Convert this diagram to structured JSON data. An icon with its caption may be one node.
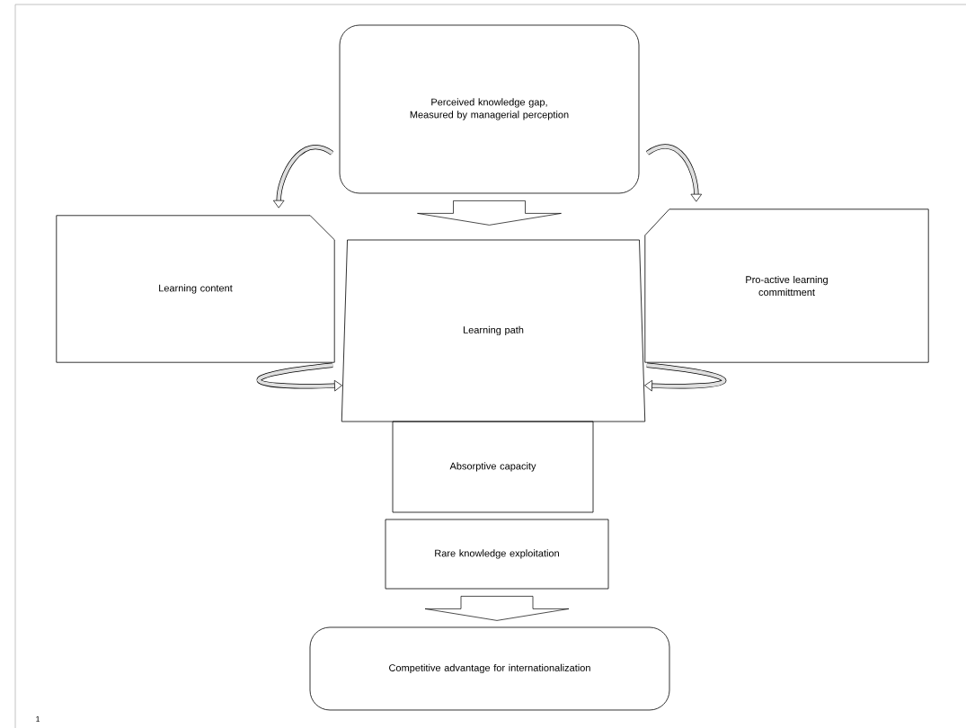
{
  "diagram": {
    "nodes": [
      {
        "text": [
          "Perceived knowledge gap, Measured by managerial perception"
        ]
      },
      {
        "text": [
          "Learning content"
        ]
      },
      {
        "text": [
          "Learning path"
        ]
      },
      {
        "text": [
          "Pro-active learning committment"
        ]
      },
      {
        "text": [
          "Absorptive capacity"
        ]
      },
      {
        "text": [
          "Rare knowledge exploitation"
        ]
      },
      {
        "text": [
          "Competitive advantage for internationalization"
        ]
      }
    ],
    "edges": [
      {
        "from": 0,
        "to": 2,
        "arrow": "to"
      },
      {
        "from": 0,
        "to": 1,
        "arrow": "to"
      },
      {
        "from": 0,
        "to": 3,
        "arrow": "to"
      },
      {
        "from": 1,
        "to": 2,
        "arrow": "to"
      },
      {
        "from": 3,
        "to": 2,
        "arrow": "to"
      },
      {
        "from": 5,
        "to": 6,
        "arrow": "to"
      }
    ],
    "labels": [
      "1"
    ]
  }
}
